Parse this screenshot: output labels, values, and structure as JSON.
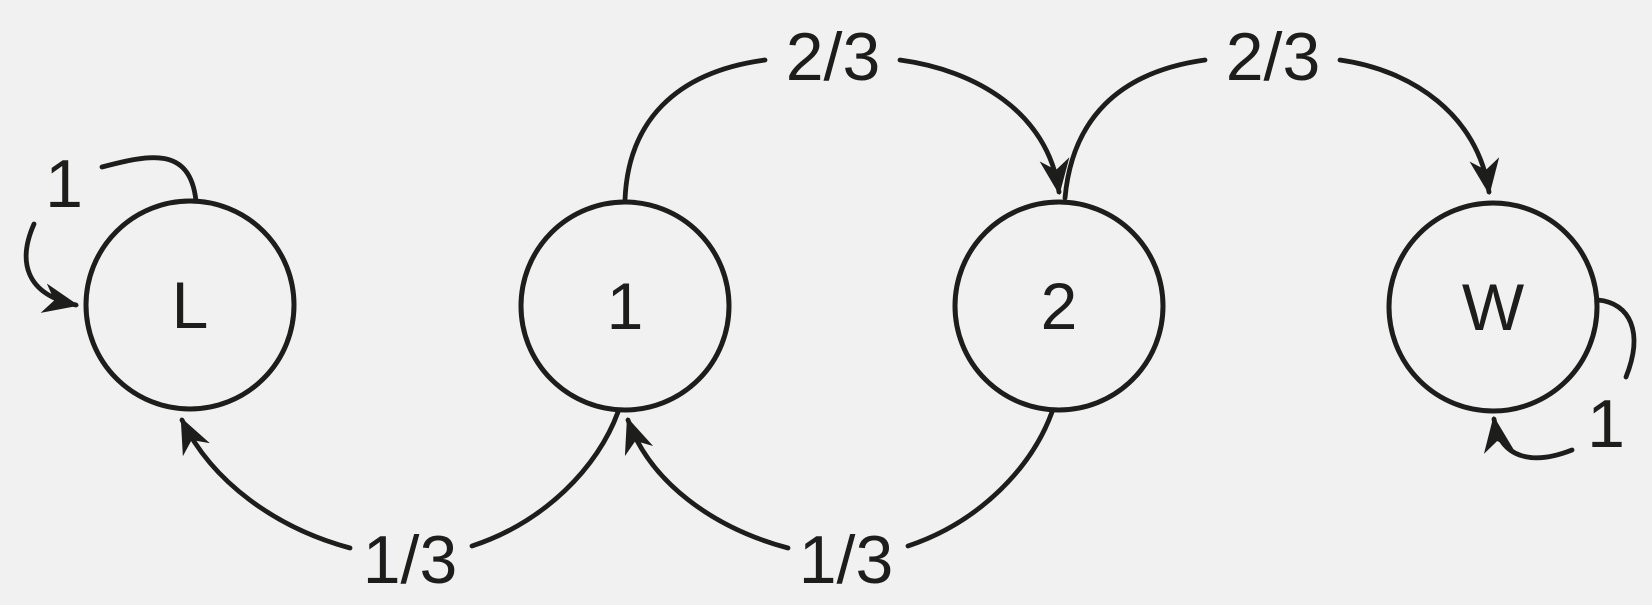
{
  "diagram": {
    "type": "markov-chain-state-diagram",
    "background_color": "#f1f1f1",
    "line_color": "#1d1d1b",
    "nodes": [
      {
        "id": "L",
        "label": "L"
      },
      {
        "id": "1",
        "label": "1"
      },
      {
        "id": "2",
        "label": "2"
      },
      {
        "id": "W",
        "label": "W"
      }
    ],
    "edges": [
      {
        "from": "L",
        "to": "L",
        "label": "1"
      },
      {
        "from": "1",
        "to": "2",
        "label": "2/3"
      },
      {
        "from": "2",
        "to": "W",
        "label": "2/3"
      },
      {
        "from": "1",
        "to": "L",
        "label": "1/3"
      },
      {
        "from": "2",
        "to": "1",
        "label": "1/3"
      },
      {
        "from": "W",
        "to": "W",
        "label": "1"
      }
    ]
  }
}
